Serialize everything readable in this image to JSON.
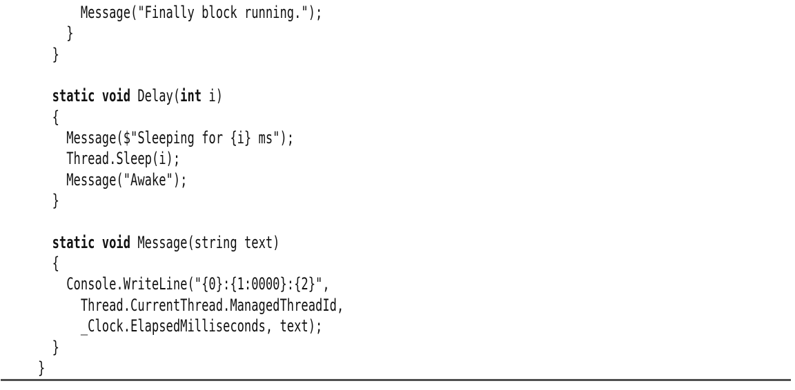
{
  "page": {
    "kind": "code-listing-page",
    "background": "#ffffff",
    "text_color": "#111111",
    "rule_color": "#4f4f4f"
  },
  "code": {
    "language": "csharp",
    "lines": [
      {
        "segments": [
          {
            "text": "      Message(\"Finally block running.\");",
            "bold": false
          }
        ]
      },
      {
        "segments": [
          {
            "text": "    }",
            "bold": false
          }
        ]
      },
      {
        "segments": [
          {
            "text": "  }",
            "bold": false
          }
        ]
      },
      {
        "segments": [
          {
            "text": "",
            "bold": false
          }
        ]
      },
      {
        "segments": [
          {
            "text": "  ",
            "bold": false
          },
          {
            "text": "static void",
            "bold": true
          },
          {
            "text": " Delay(",
            "bold": false
          },
          {
            "text": "int",
            "bold": true
          },
          {
            "text": " i)",
            "bold": false
          }
        ]
      },
      {
        "segments": [
          {
            "text": "  {",
            "bold": false
          }
        ]
      },
      {
        "segments": [
          {
            "text": "    Message($\"Sleeping for {i} ms\");",
            "bold": false
          }
        ]
      },
      {
        "segments": [
          {
            "text": "    Thread.Sleep(i);",
            "bold": false
          }
        ]
      },
      {
        "segments": [
          {
            "text": "    Message(\"Awake\");",
            "bold": false
          }
        ]
      },
      {
        "segments": [
          {
            "text": "  }",
            "bold": false
          }
        ]
      },
      {
        "segments": [
          {
            "text": "",
            "bold": false
          }
        ]
      },
      {
        "segments": [
          {
            "text": "  ",
            "bold": false
          },
          {
            "text": "static void",
            "bold": true
          },
          {
            "text": " Message(string text)",
            "bold": false
          }
        ]
      },
      {
        "segments": [
          {
            "text": "  {",
            "bold": false
          }
        ]
      },
      {
        "segments": [
          {
            "text": "    Console.WriteLine(\"{0}:{1:0000}:{2}\",",
            "bold": false
          }
        ]
      },
      {
        "segments": [
          {
            "text": "      Thread.CurrentThread.ManagedThreadId,",
            "bold": false
          }
        ]
      },
      {
        "segments": [
          {
            "text": "      _Clock.ElapsedMilliseconds, text);",
            "bold": false
          }
        ]
      },
      {
        "segments": [
          {
            "text": "  }",
            "bold": false
          }
        ]
      },
      {
        "segments": [
          {
            "text": "}",
            "bold": false
          }
        ]
      }
    ]
  }
}
